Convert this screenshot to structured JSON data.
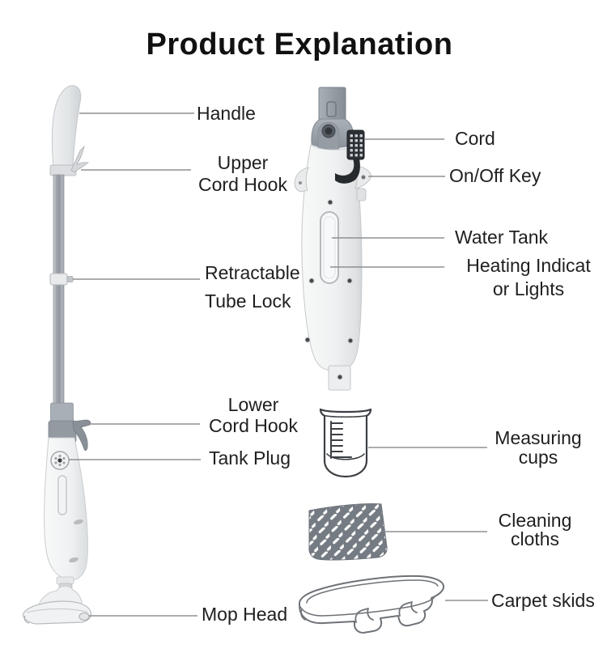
{
  "title": "Product Explanation",
  "labels": {
    "handle": "Handle",
    "upper_cord_hook": {
      "line1": "Upper",
      "line2": "Cord Hook"
    },
    "cord": "Cord",
    "on_off_key": "On/Off Key",
    "water_tank": "Water Tank",
    "heating_indicator": {
      "line1": "Heating Indicat",
      "line2": "or Lights"
    },
    "retractable_tube_lock": {
      "line1": "Retractable",
      "line2": "Tube Lock"
    },
    "lower_cord_hook": {
      "line1": "Lower",
      "line2": "Cord Hook"
    },
    "tank_plug": "Tank Plug",
    "measuring_cups": {
      "line1": "Measuring",
      "line2": "cups"
    },
    "cleaning_cloths": {
      "line1": "Cleaning",
      "line2": "cloths"
    },
    "carpet_skids": "Carpet skids",
    "mop_head": "Mop Head"
  },
  "illustrations": {
    "steam_mop_full": "steam-mop-side-view",
    "body_detail": "steam-mop-body-closeup",
    "measuring_cup": "measuring-cup-line-drawing",
    "cleaning_cloth": "cleaning-cloth-chevron-texture",
    "carpet_skid": "carpet-skid-tray-outline"
  },
  "colors": {
    "background": "#ffffff",
    "text": "#1f1f1f",
    "leader_line": "#8e9093",
    "plastic_light": "#f3f4f5",
    "plastic_gray": "#99a0a8",
    "cord_black": "#2c2f34",
    "cloth_gray": "#757b83"
  }
}
